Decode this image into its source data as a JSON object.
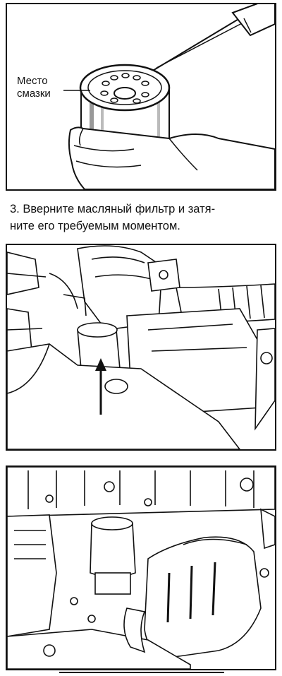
{
  "figure1": {
    "callout_line1": "Место",
    "callout_line2": "смазки"
  },
  "instruction": {
    "line1": "3. Вверните масляный фильтр и затя-",
    "line2": "ните его требуемым моментом."
  }
}
